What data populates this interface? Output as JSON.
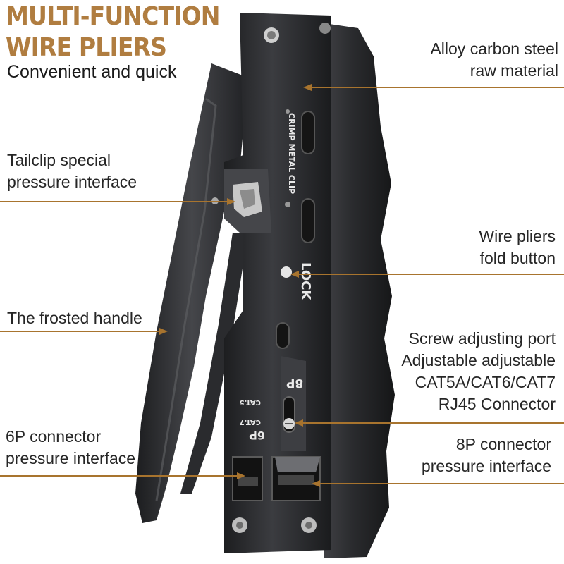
{
  "header": {
    "title_lines": [
      "MULTI-FUNCTION",
      "WIRE PLIERS"
    ],
    "subtitle": "Convenient and quick"
  },
  "callouts": {
    "material": [
      "Alloy carbon steel",
      "raw material"
    ],
    "tailclip": [
      "Tailclip special",
      "pressure interface"
    ],
    "fold_button": [
      "Wire pliers",
      "fold button"
    ],
    "handle": [
      "The frosted handle"
    ],
    "screw_port": [
      "Screw adjusting port",
      "Adjustable adjustable",
      "CAT5A/CAT6/CAT7",
      "RJ45 Connector"
    ],
    "six_p": [
      "6P connector",
      "pressure interface"
    ],
    "eight_p": [
      "8P connector",
      "pressure interface"
    ]
  },
  "tool_markings": {
    "crimp": "CRIMP METAL CLIP",
    "lock": "LOCK",
    "eight_p": "8P",
    "six_p": "6P",
    "cat5": "CAT.5",
    "cat7": "CAT.7"
  },
  "colors": {
    "accent": "#b07d40",
    "leader": "#a8742e",
    "tool_body": "#2f3033",
    "handle": "#3a3b3e"
  }
}
